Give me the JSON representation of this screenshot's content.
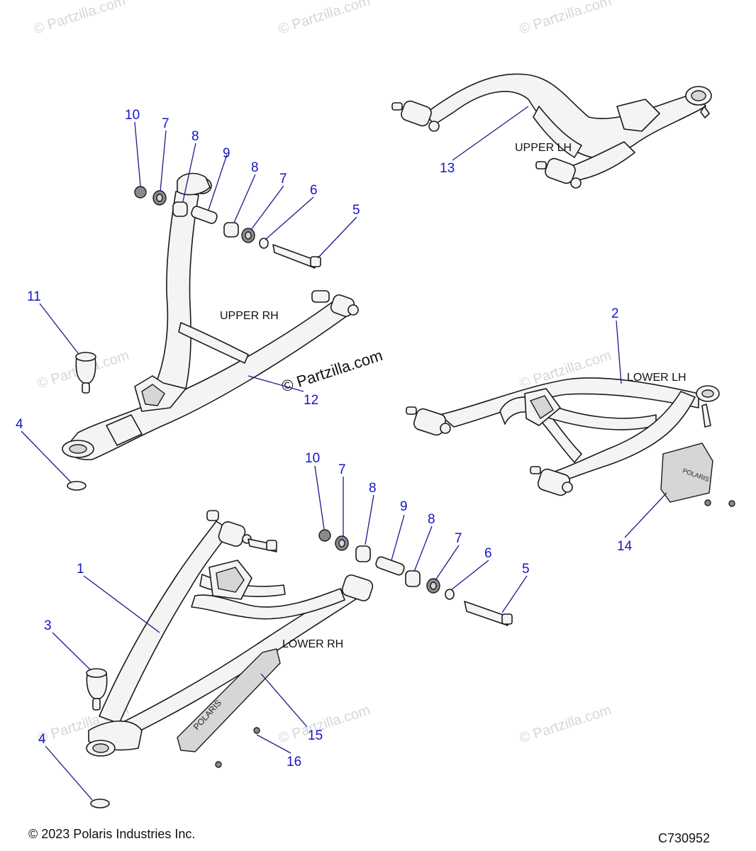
{
  "captions": {
    "upper_lh": "UPPER LH",
    "upper_rh": "UPPER RH",
    "lower_lh": "LOWER LH",
    "lower_rh": "LOWER RH"
  },
  "callouts": {
    "c10a": "10",
    "c7a": "7",
    "c8a": "8",
    "c9a": "9",
    "c8b": "8",
    "c7b": "7",
    "c6a": "6",
    "c5a": "5",
    "c11": "11",
    "c12": "12",
    "c13": "13",
    "c4a": "4",
    "c2": "2",
    "c14": "14",
    "c10b": "10",
    "c7c": "7",
    "c8c": "8",
    "c9b": "9",
    "c8d": "8",
    "c7d": "7",
    "c6b": "6",
    "c5b": "5",
    "c1": "1",
    "c3": "3",
    "c4b": "4",
    "c15": "15",
    "c16": "16"
  },
  "watermark": "© Partzilla.com",
  "footer": {
    "copyright": "© 2023 Polaris Industries Inc.",
    "code": "C730952"
  },
  "colors": {
    "callout": "#1515c8",
    "line": "#1a1a1a"
  }
}
